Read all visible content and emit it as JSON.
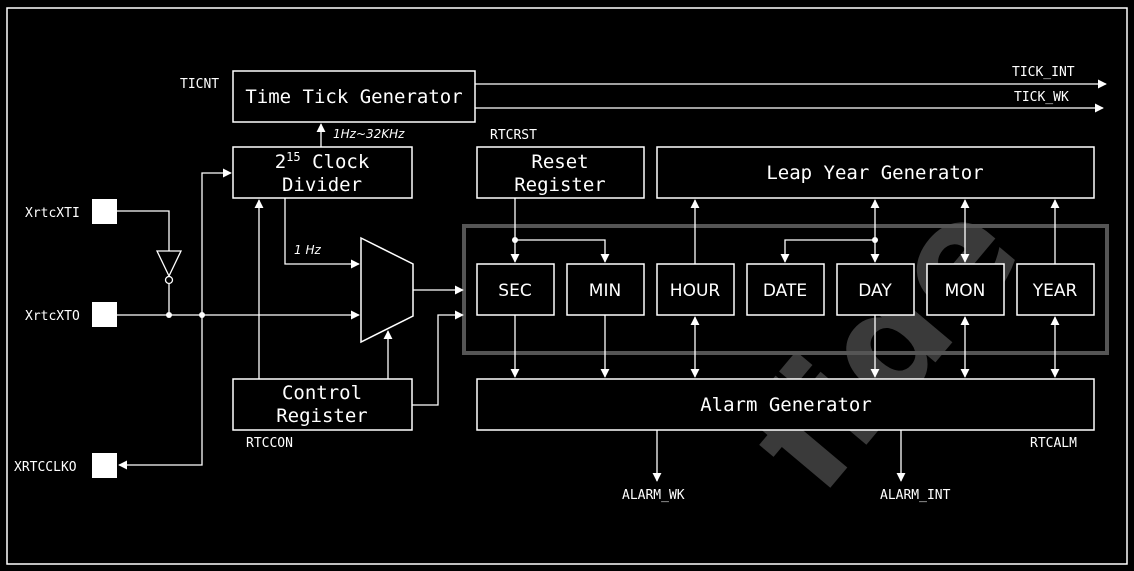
{
  "colors": {
    "background": "#000000",
    "foreground": "#ffffff",
    "watermark": "#3a3a3a"
  },
  "blocks": {
    "time_tick": "Time Tick Generator",
    "clock_divider_line1": "2",
    "clock_divider_exp": "15",
    "clock_divider_line1_rest": " Clock",
    "clock_divider_line2": "Divider",
    "control_line1": "Control",
    "control_line2": "Register",
    "reset_line1": "Reset",
    "reset_line2": "Register",
    "leap_year": "Leap Year Generator",
    "alarm": "Alarm Generator"
  },
  "counters": [
    "SEC",
    "MIN",
    "HOUR",
    "DATE",
    "DAY",
    "MON",
    "YEAR"
  ],
  "pins": {
    "xti": "XrtcXTI",
    "xto": "XrtcXTO",
    "clko": "XRTCCLKO"
  },
  "labels": {
    "ticnt": "TICNT",
    "rtccon": "RTCCON",
    "rtcrst": "RTCRST",
    "rtcalm": "RTCALM",
    "freq_range": "1Hz~32KHz",
    "one_hz": "1 Hz",
    "tick_int": "TICK_INT",
    "tick_wk": "TICK_WK",
    "alarm_wk": "ALARM_WK",
    "alarm_int": "ALARM_INT"
  },
  "watermark": {
    "text": "fide"
  }
}
